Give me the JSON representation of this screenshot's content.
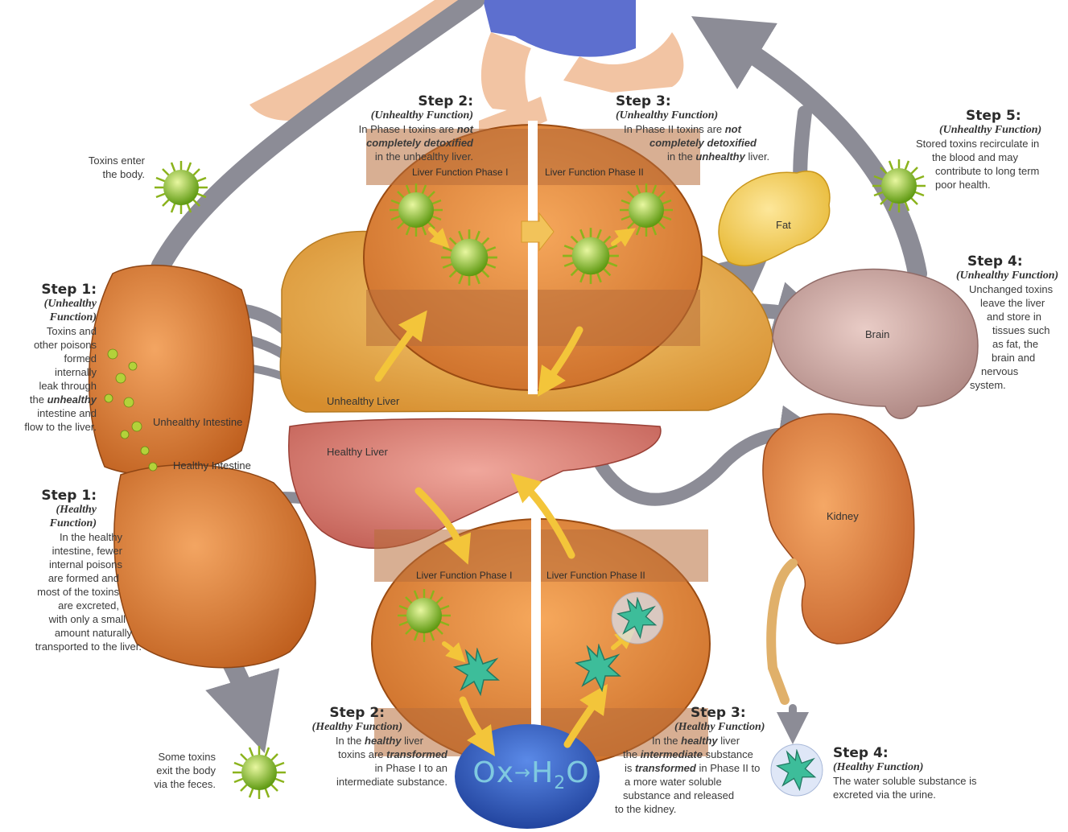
{
  "organs": {
    "unhealthy_liver": "Unhealthy Liver",
    "healthy_liver": "Healthy Liver",
    "unhealthy_intestine": "Unhealthy Intestine",
    "healthy_intestine": "Healthy Intestine",
    "fat": "Fat",
    "brain": "Brain",
    "kidney": "Kidney"
  },
  "phases": {
    "unhealthy_phase1": "Liver Function Phase I",
    "unhealthy_phase2": "Liver Function Phase II",
    "healthy_phase1": "Liver Function Phase I",
    "healthy_phase2": "Liver Function Phase II"
  },
  "formula": {
    "left": "Ox",
    "arrow": "→",
    "h": "H",
    "sub": "2",
    "o": "O"
  },
  "notes": {
    "toxins_enter": {
      "l1": "Toxins enter",
      "l2": "the body."
    },
    "toxins_exit": {
      "l1": "Some toxins",
      "l2": "exit the body",
      "l3": "via the feces."
    }
  },
  "steps": {
    "u1": {
      "title": "Step 1:",
      "fn1": "(Unhealthy",
      "fn2": "Function)",
      "lines": [
        "Toxins and",
        "other poisons",
        "formed",
        "internally",
        "leak through"
      ],
      "l6a": "the ",
      "l6b": "unhealthy",
      "l7": "intestine and",
      "l8": "flow to the liver."
    },
    "u2": {
      "title": "Step 2:",
      "fn": "(Unhealthy Function)",
      "l1a": "In Phase I toxins are ",
      "l1b": "not",
      "l2": "completely detoxified",
      "l3": "in the unhealthy liver."
    },
    "u3": {
      "title": "Step 3:",
      "fn": "(Unhealthy Function)",
      "l1a": "In Phase II toxins are ",
      "l1b": "not",
      "l2": "completely detoxified",
      "l3a": "in the ",
      "l3b": "unhealthy",
      "l3c": " liver."
    },
    "u4": {
      "title": "Step 4:",
      "fn": "(Unhealthy Function)",
      "lines": [
        "Unchanged toxins",
        "leave the liver",
        "and store in",
        "tissues such",
        "as fat, the",
        "brain and",
        "nervous",
        "system."
      ]
    },
    "u5": {
      "title": "Step 5:",
      "fn": "(Unhealthy Function)",
      "lines": [
        "Stored toxins recirculate in",
        "the blood and may",
        "contribute to long term",
        "poor health."
      ]
    },
    "h1": {
      "title": "Step 1:",
      "fn1": "(Healthy",
      "fn2": "Function)",
      "lines": [
        "In the healthy",
        "intestine, fewer",
        "internal poisons",
        "are formed and",
        "most of the toxins",
        "are excreted,",
        "with only a small",
        "amount naturally",
        "transported to the liver."
      ]
    },
    "h2": {
      "title": "Step 2:",
      "fn": "(Healthy Function)",
      "l1a": "In the ",
      "l1b": "healthy",
      "l1c": " liver",
      "l2a": "toxins are ",
      "l2b": "transformed",
      "l3": "in Phase I to an",
      "l4": "intermediate substance."
    },
    "h3": {
      "title": "Step 3:",
      "fn": "(Healthy Function)",
      "l1a": "In the ",
      "l1b": "healthy",
      "l1c": " liver",
      "l2a": "the ",
      "l2b": "intermediate",
      "l2c": " substance",
      "l3a": "is ",
      "l3b": "transformed",
      "l3c": " in Phase II to",
      "l4": "a more water soluble",
      "l5": "substance and released",
      "l6": "to the kidney."
    },
    "h4": {
      "title": "Step 4:",
      "fn": "(Healthy Function)",
      "lines": [
        "The water soluble substance is",
        "excreted via the urine."
      ]
    }
  },
  "colors": {
    "liver_unhealthy": "#e9a94a",
    "liver_healthy": "#d9776c",
    "intestine": "#d9782f",
    "toxin": "#8fbf2a",
    "arrow": "#8c8c96",
    "yellow_arrow": "#f3c53a",
    "water": "#2f5fc4"
  }
}
